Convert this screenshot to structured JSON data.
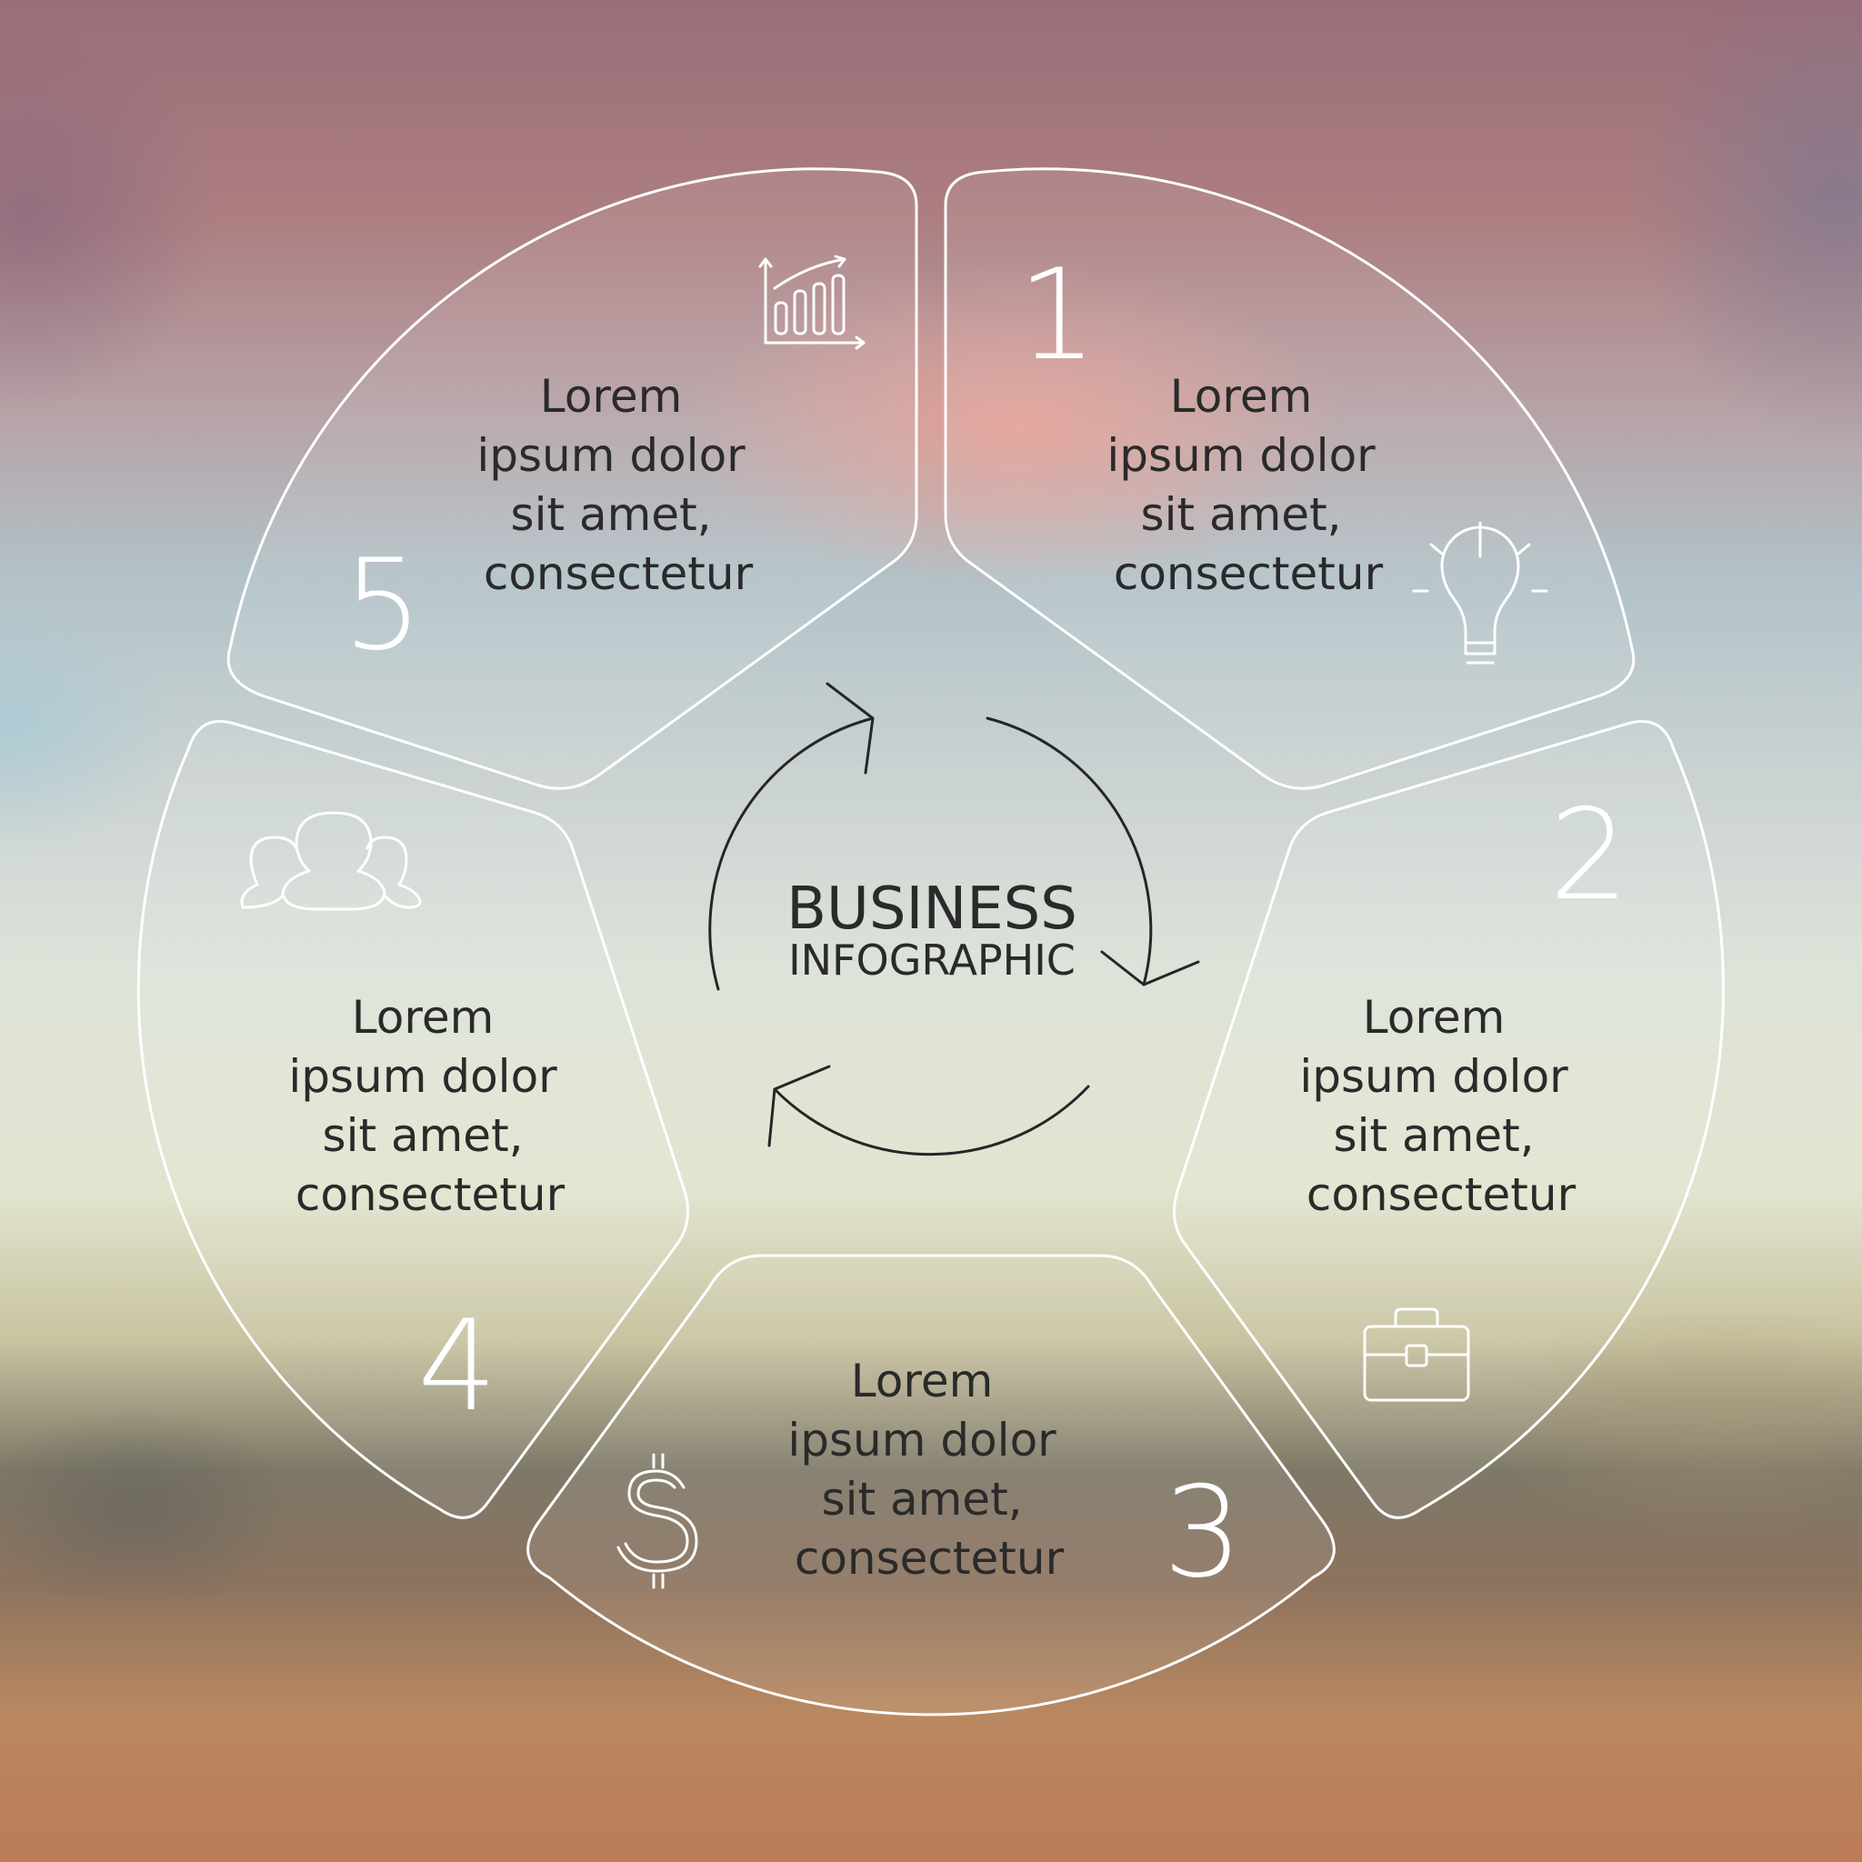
{
  "center": {
    "title": "BUSINESS",
    "subtitle": "INFOGRAPHIC"
  },
  "segments": [
    {
      "number": "1",
      "icon": "lightbulb-icon",
      "lines": [
        "Lorem",
        "ipsum dolor",
        "sit amet,",
        "consectetur"
      ]
    },
    {
      "number": "2",
      "icon": "briefcase-icon",
      "lines": [
        "Lorem",
        "ipsum dolor",
        "sit amet,",
        "consectetur"
      ]
    },
    {
      "number": "3",
      "icon": "dollar-icon",
      "lines": [
        "Lorem",
        "ipsum dolor",
        "sit amet,",
        "consectetur"
      ]
    },
    {
      "number": "4",
      "icon": "people-icon",
      "lines": [
        "Lorem",
        "ipsum dolor",
        "sit amet,",
        "consectetur"
      ]
    },
    {
      "number": "5",
      "icon": "bar-chart-icon",
      "lines": [
        "Lorem",
        "ipsum dolor",
        "sit amet,",
        "consectetur"
      ]
    }
  ],
  "colors": {
    "outline": "#ffffff",
    "text": "#2a2a2a",
    "arrows": "#262626"
  }
}
